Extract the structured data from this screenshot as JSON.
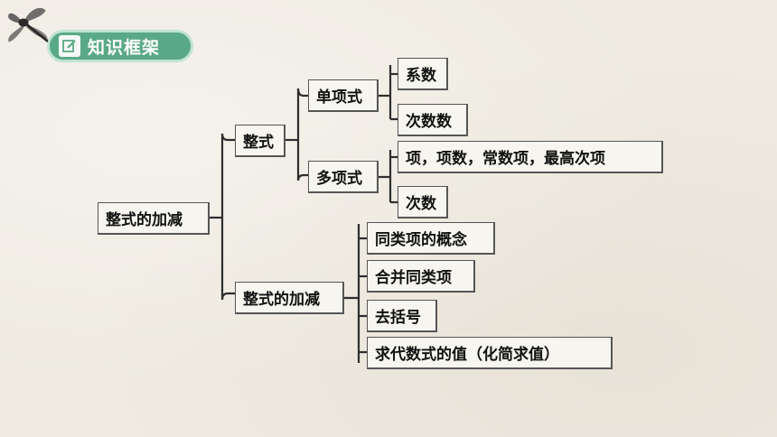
{
  "header": {
    "title": "知识框架",
    "icon": "edit-note-icon",
    "color": "#5aa986"
  },
  "root": {
    "label": "整式的加减"
  },
  "branch_a": {
    "label": "整式",
    "monomial": {
      "label": "单项式",
      "children": [
        "系数",
        "次数数"
      ]
    },
    "polynomial": {
      "label": "多项式",
      "children": [
        "项，项数，常数项，最高次项",
        "次数"
      ]
    }
  },
  "branch_b": {
    "label": "整式的加减",
    "children": [
      "同类项的概念",
      "合并同类项",
      "去括号",
      "求代数式的值（化简求值）"
    ]
  }
}
